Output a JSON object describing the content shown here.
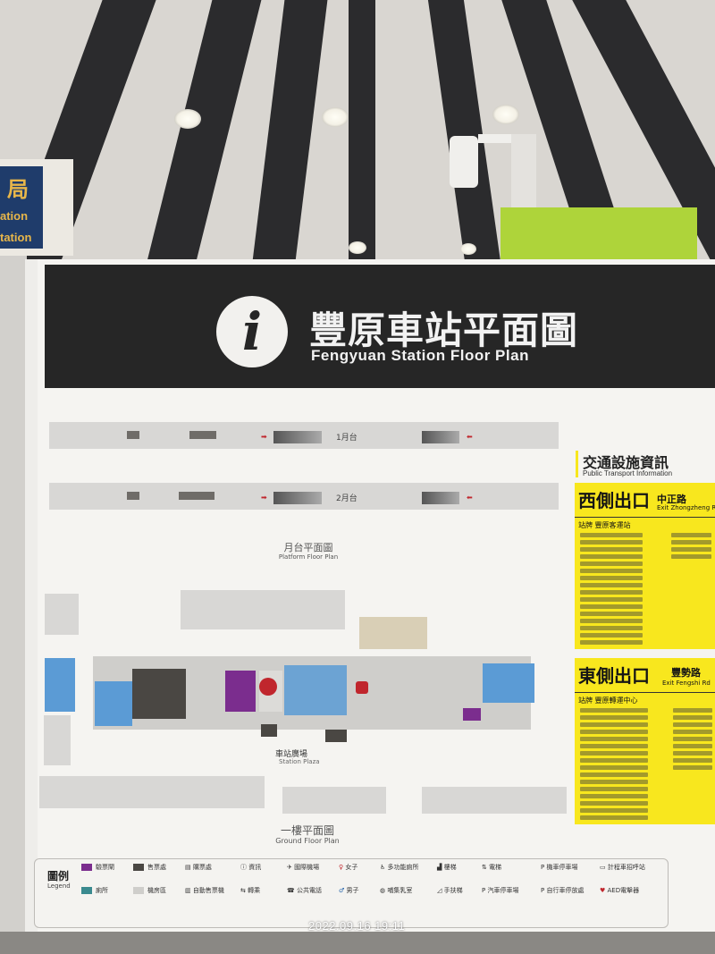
{
  "bureau_sign": {
    "char": "局",
    "line1": "ation",
    "line2": "tation"
  },
  "board": {
    "title_zh": "豐原車站平面圖",
    "title_en": "Fengyuan Station Floor Plan",
    "info_icon": "i"
  },
  "platform_plan": {
    "platform1": "1月台",
    "platform2": "2月台",
    "caption_zh": "月台平面圖",
    "caption_en": "Platform Floor Plan"
  },
  "ground_plan": {
    "station_plaza": "車站廣場",
    "station_plaza_en": "Station Plaza",
    "caption_zh": "一樓平面圖",
    "caption_en": "Ground Floor Plan"
  },
  "transport": {
    "title_zh": "交通設施資訊",
    "title_en": "Public Transport Information",
    "west_exit": "西側出口",
    "west_road": "中正路",
    "west_road_en": "Exit Zhongzheng Rd",
    "west_stop": "站牌 豐原客運站",
    "east_exit": "東側出口",
    "east_road": "豐勢路",
    "east_road_en": "Exit Fengshi Rd",
    "east_stop": "站牌 豐原轉運中心"
  },
  "legend": {
    "title": "圖例",
    "title_en": "Legend",
    "items": [
      "驗票閘",
      "售票處",
      "購票處",
      "資訊",
      "國際機場",
      "女子",
      "多功能廁所",
      "樓梯",
      "電梯",
      "機車停車場",
      "計程車招呼站",
      "廁所",
      "機房區",
      "自動售票機",
      "轉乘",
      "公共電話",
      "男子",
      "哺集乳室",
      "手扶梯",
      "汽車停車場",
      "自行車停放處",
      "AED電擊器"
    ]
  },
  "timestamp": "2022.09.16 19:11",
  "colors": {
    "header": "#262626",
    "yellow": "#f8e71e",
    "map_blue": "#5b9bd5",
    "map_purple": "#7b2d8e",
    "map_dark": "#4a4743"
  }
}
